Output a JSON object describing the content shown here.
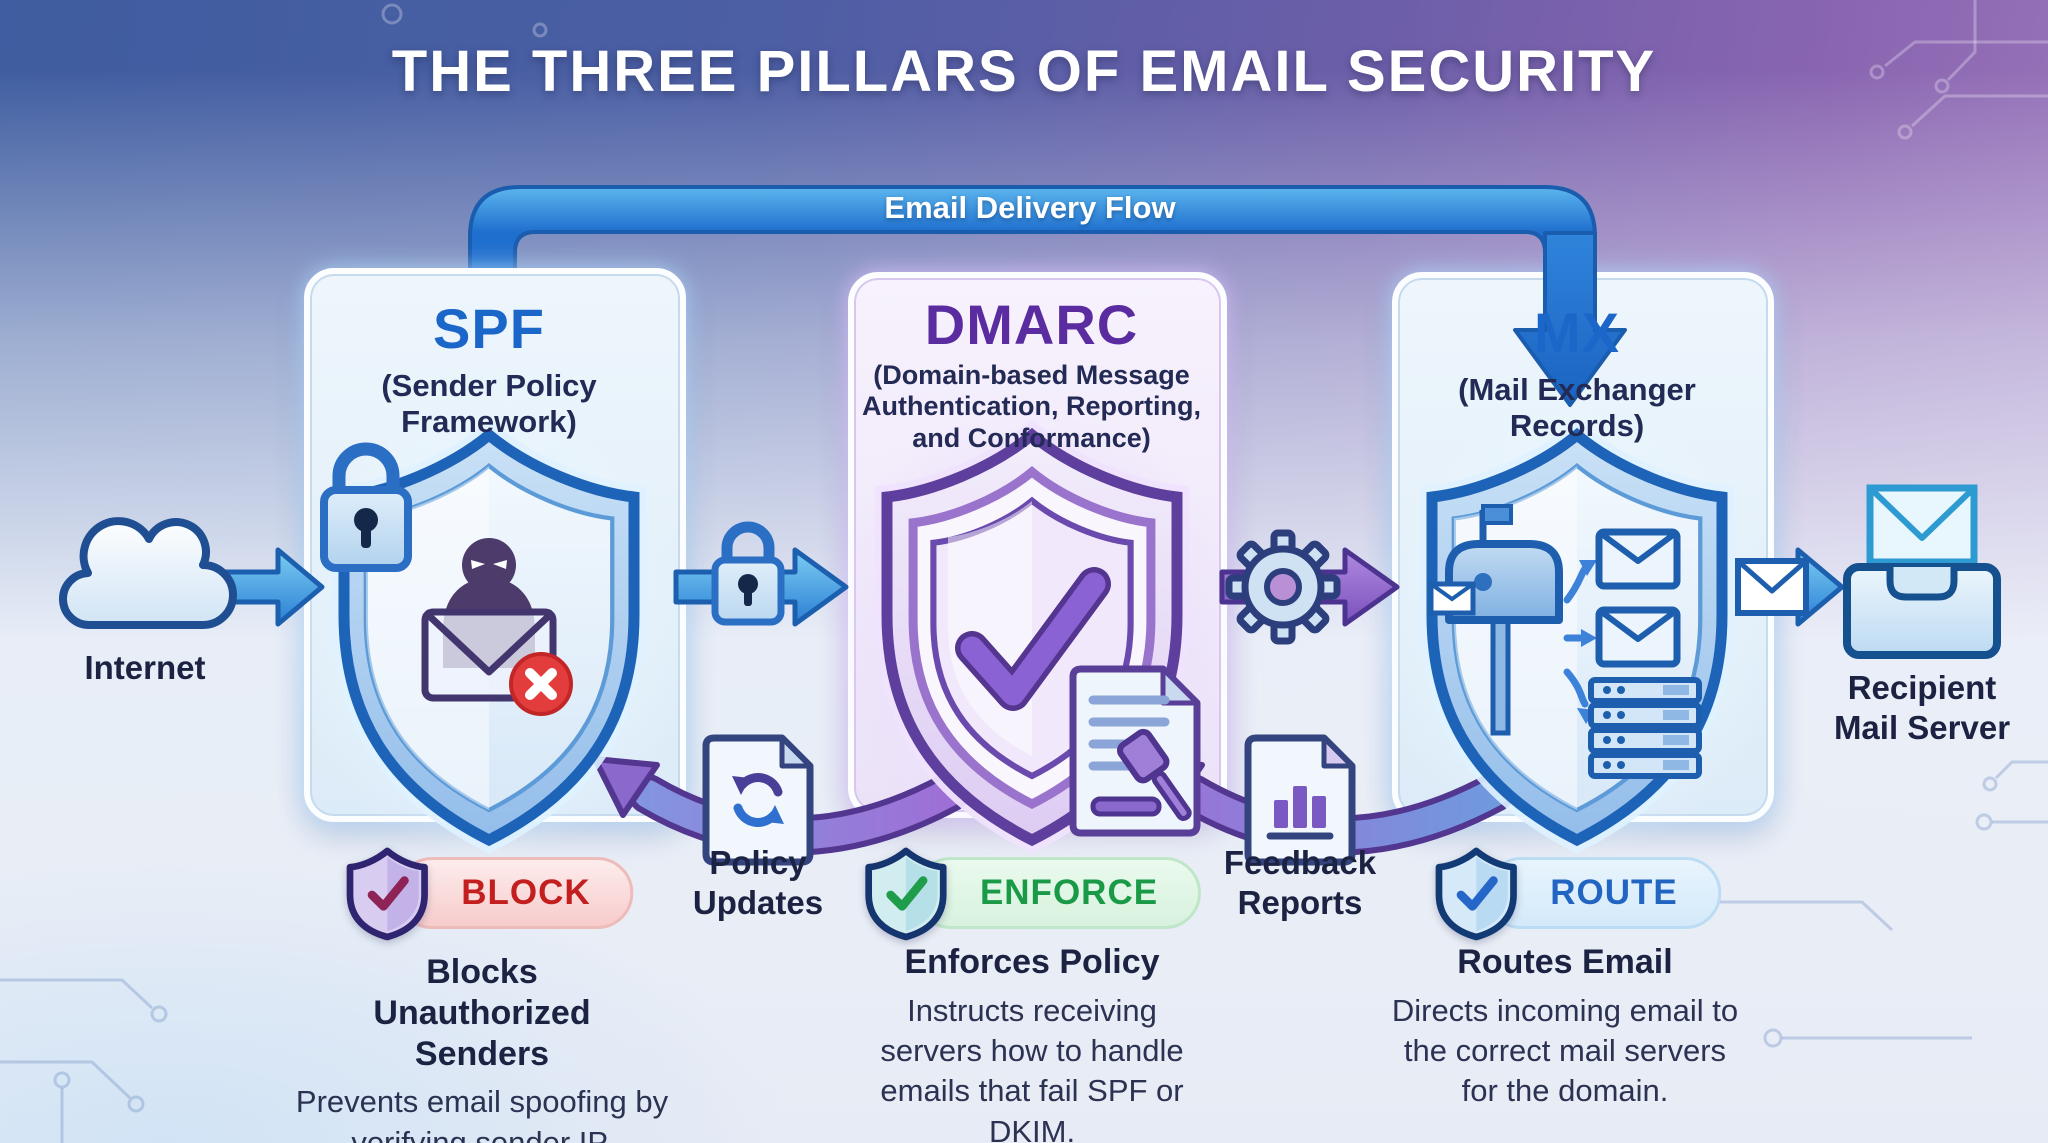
{
  "title": "THE THREE PILLARS OF EMAIL SECURITY",
  "flow_banner": {
    "label": "Email Delivery Flow"
  },
  "nodes": {
    "internet": {
      "label": "Internet",
      "icon": "cloud-icon"
    },
    "recipient": {
      "label": "Recipient Mail Server",
      "icon": "inbox-tray-icon"
    }
  },
  "pillars": [
    {
      "id": "spf",
      "acronym": "SPF",
      "full_name": "(Sender Policy Framework)",
      "shield_icon": "shield-blocked-spoofed-email-icon",
      "badge": {
        "label": "BLOCK",
        "color": "#c31f1f",
        "icon": "verified-shield-icon"
      },
      "heading": "Blocks Unauthorized Senders",
      "description": "Prevents email spoofing by verifying sender IP.",
      "accent": "#1b66c9"
    },
    {
      "id": "dmarc",
      "acronym": "DMARC",
      "full_name": "(Domain-based Message Authentication, Reporting, and Conformance)",
      "shield_icon": "shield-checkmark-policy-gavel-icon",
      "badge": {
        "label": "ENFORCE",
        "color": "#1a9a47",
        "icon": "verified-shield-icon"
      },
      "heading": "Enforces Policy",
      "description": "Instructs receiving servers how to handle emails that fail SPF or DKIM.",
      "accent": "#5a2ca0"
    },
    {
      "id": "mx",
      "acronym": "MX",
      "full_name": "(Mail Exchanger Records)",
      "shield_icon": "shield-mailbox-routing-icon",
      "badge": {
        "label": "ROUTE",
        "color": "#2264c2",
        "icon": "verified-shield-icon"
      },
      "heading": "Routes Email",
      "description": "Directs incoming email to the correct mail servers for the domain.",
      "accent": "#1b66c9"
    }
  ],
  "feedback_loops": [
    {
      "label": "Policy Updates",
      "icon": "document-sync-icon",
      "direction": "dmarc-to-spf"
    },
    {
      "label": "Feedback Reports",
      "icon": "document-bar-chart-icon",
      "direction": "mx-to-dmarc"
    }
  ],
  "connector_icons": [
    "padlock-icon",
    "gear-icon",
    "envelope-icon"
  ],
  "colors": {
    "flow_arrow_blue": "#2b7cd6",
    "purple_arrow": "#8a5fc8",
    "badge_block_red": "#c31f1f",
    "badge_enforce_green": "#1a9a47",
    "badge_route_blue": "#2264c2",
    "spf_accent": "#1b66c9",
    "dmarc_accent": "#5a2ca0",
    "background_top_left": "#3f5da0",
    "background_top_right": "#9d79bd",
    "background_bottom": "#e9eef6"
  }
}
